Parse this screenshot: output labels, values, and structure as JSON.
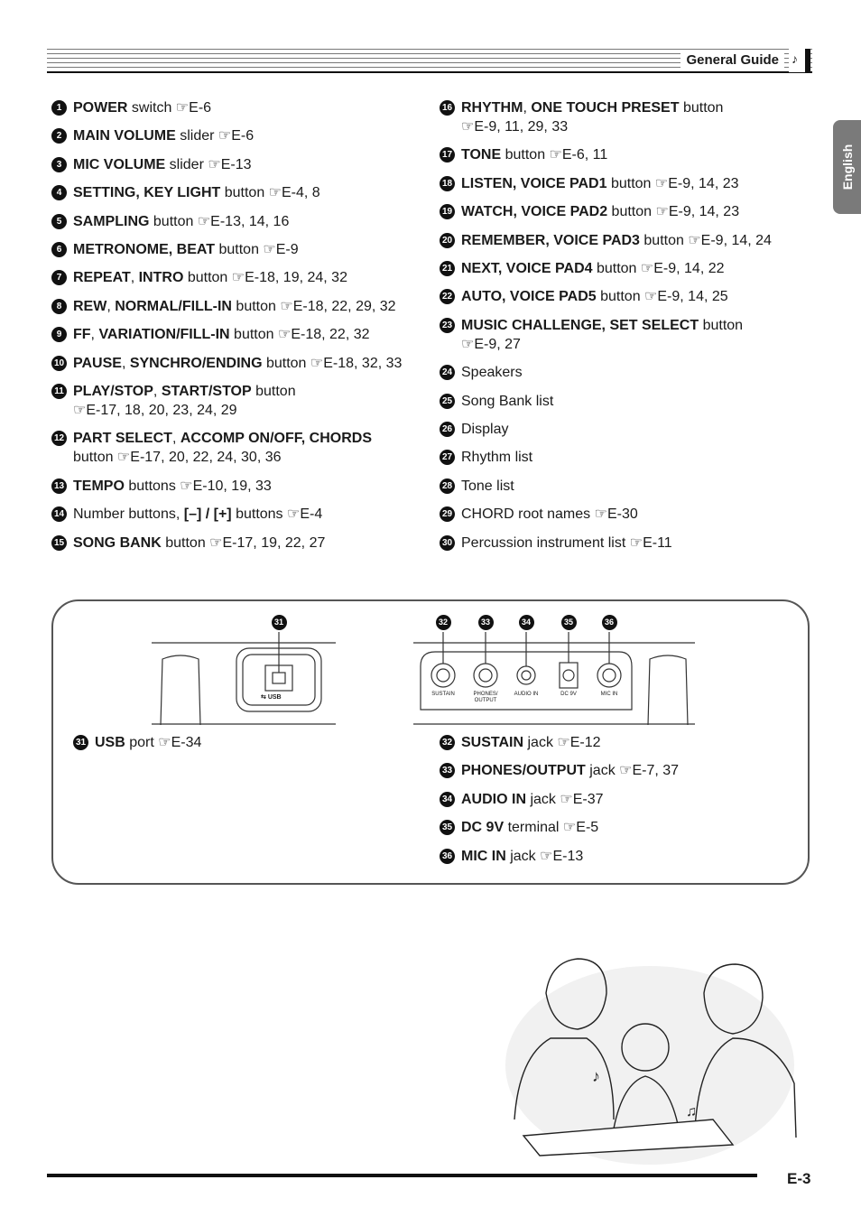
{
  "header": {
    "title": "General Guide"
  },
  "language_tab": "English",
  "page_number": "E-3",
  "ref_symbol": "☞",
  "items_left": [
    {
      "n": "1",
      "bold": "POWER",
      "rest": " switch ☞E-6"
    },
    {
      "n": "2",
      "bold": "MAIN VOLUME",
      "rest": " slider ☞E-6"
    },
    {
      "n": "3",
      "bold": "MIC VOLUME",
      "rest": " slider ☞E-13"
    },
    {
      "n": "4",
      "bold": "SETTING, KEY LIGHT",
      "rest": " button ☞E-4, 8"
    },
    {
      "n": "5",
      "bold": "SAMPLING",
      "rest": " button ☞E-13, 14, 16"
    },
    {
      "n": "6",
      "bold": "METRONOME, BEAT",
      "rest": " button ☞E-9"
    },
    {
      "n": "7",
      "bold": "REPEAT",
      "mid": ", ",
      "bold2": "INTRO",
      "rest": " button ☞E-18, 19, 24, 32"
    },
    {
      "n": "8",
      "bold": "REW",
      "mid": ", ",
      "bold2": "NORMAL/FILL-IN",
      "rest": " button ☞E-18, 22, 29, 32"
    },
    {
      "n": "9",
      "bold": "FF",
      "mid": ", ",
      "bold2": "VARIATION/FILL-IN",
      "rest": " button ☞E-18, 22, 32"
    },
    {
      "n": "10",
      "bold": "PAUSE",
      "mid": ", ",
      "bold2": "SYNCHRO/ENDING",
      "rest": " button ☞E-18, 32, 33"
    },
    {
      "n": "11",
      "bold": "PLAY/STOP",
      "mid": ", ",
      "bold2": "START/STOP",
      "rest": " button",
      "line2": "☞E-17, 18, 20, 23, 24, 29"
    },
    {
      "n": "12",
      "bold": "PART SELECT",
      "mid": ", ",
      "bold2": "ACCOMP ON/OFF, CHORDS",
      "rest": "",
      "line2": "button ☞E-17, 20, 22, 24, 30, 36"
    },
    {
      "n": "13",
      "bold": "TEMPO",
      "rest": " buttons ☞E-10, 19, 33"
    },
    {
      "n": "14",
      "pre": "Number buttons, ",
      "bold": "[–] / [+]",
      "rest": " buttons ☞E-4"
    },
    {
      "n": "15",
      "bold": "SONG BANK",
      "rest": " button ☞E-17, 19, 22, 27"
    }
  ],
  "items_right": [
    {
      "n": "16",
      "bold": "RHYTHM",
      "mid": ", ",
      "bold2": "ONE TOUCH PRESET",
      "rest": " button",
      "line2": "☞E-9, 11, 29, 33"
    },
    {
      "n": "17",
      "bold": "TONE",
      "rest": " button ☞E-6, 11"
    },
    {
      "n": "18",
      "bold": "LISTEN, VOICE PAD1",
      "rest": " button ☞E-9, 14, 23"
    },
    {
      "n": "19",
      "bold": "WATCH, VOICE PAD2",
      "rest": " button ☞E-9, 14, 23"
    },
    {
      "n": "20",
      "bold": "REMEMBER, VOICE PAD3",
      "rest": " button ☞E-9, 14, 24"
    },
    {
      "n": "21",
      "bold": "NEXT, VOICE PAD4",
      "rest": " button ☞E-9, 14, 22"
    },
    {
      "n": "22",
      "bold": "AUTO, VOICE PAD5",
      "rest": " button ☞E-9, 14, 25"
    },
    {
      "n": "23",
      "bold": "MUSIC CHALLENGE, SET SELECT",
      "rest": " button",
      "line2": "☞E-9, 27"
    },
    {
      "n": "24",
      "pre": "Speakers"
    },
    {
      "n": "25",
      "pre": "Song Bank list"
    },
    {
      "n": "26",
      "pre": "Display"
    },
    {
      "n": "27",
      "pre": "Rhythm list"
    },
    {
      "n": "28",
      "pre": "Tone list"
    },
    {
      "n": "29",
      "pre": "CHORD root names ☞E-30"
    },
    {
      "n": "30",
      "pre": "Percussion instrument list ☞E-11"
    }
  ],
  "panel_left_items": [
    {
      "n": "31",
      "bold": "USB",
      "rest": " port ☞E-34"
    }
  ],
  "panel_right_items": [
    {
      "n": "32",
      "bold": "SUSTAIN",
      "rest": " jack ☞E-12"
    },
    {
      "n": "33",
      "bold": "PHONES/OUTPUT",
      "rest": " jack ☞E-7, 37"
    },
    {
      "n": "34",
      "bold": "AUDIO IN",
      "rest": " jack ☞E-37"
    },
    {
      "n": "35",
      "bold": "DC 9V",
      "rest": " terminal ☞E-5"
    },
    {
      "n": "36",
      "bold": "MIC IN",
      "rest": " jack ☞E-13"
    }
  ],
  "diagram": {
    "callouts": [
      "31",
      "32",
      "33",
      "34",
      "35",
      "36"
    ],
    "usb_label": "USB",
    "jack_labels": [
      "SUSTAIN",
      "PHONES/ OUTPUT",
      "AUDIO IN",
      "DC 9V",
      "MIC IN"
    ]
  }
}
